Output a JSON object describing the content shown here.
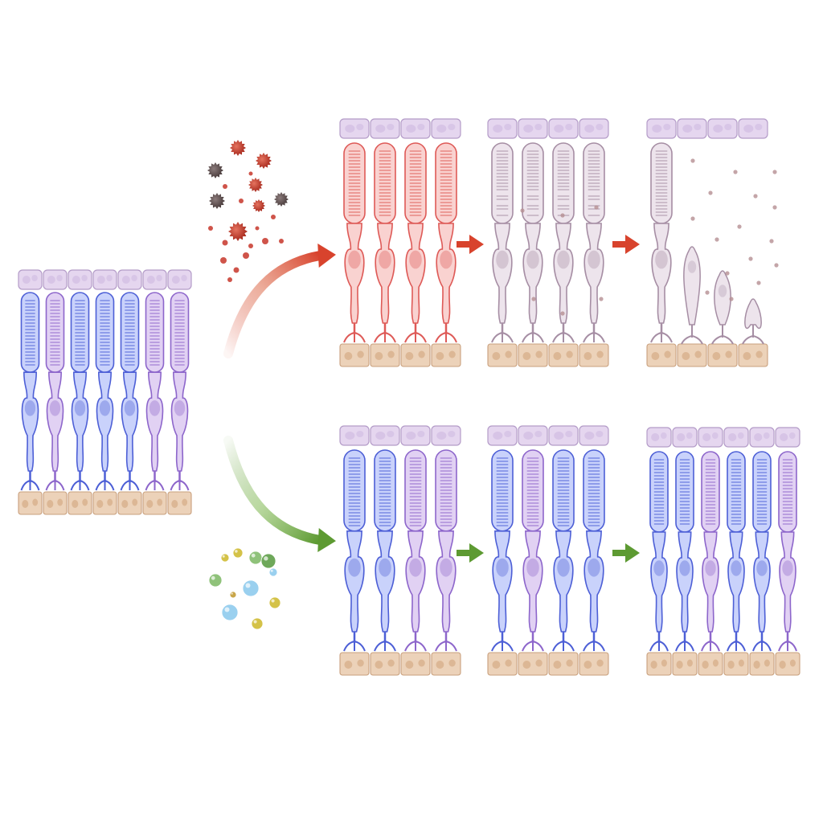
{
  "colors": {
    "background": "#ffffff",
    "cap_fill": "#e5d6ef",
    "cap_stroke": "#b49cc8",
    "base_fill": "#ecd2b9",
    "base_stroke": "#c9a07d",
    "rod_fill": "#c9d2fb",
    "rod_stroke": "#4d5fd6",
    "cone_fill": "#e1d1f3",
    "cone_stroke": "#8d66cb",
    "stressed_fill": "#f9d2d0",
    "stressed_stroke": "#de5a57",
    "degenerating_fill": "#ede4ec",
    "degenerating_stroke": "#a68ea4",
    "damage_arrow": "#d8432d",
    "protect_arrow": "#5d9a32",
    "toxin_red": "#c7362a",
    "toxin_dark": "#5a4c4c"
  },
  "panels": [
    {
      "id": "healthy-initial",
      "cells": [
        "rod",
        "cone",
        "rod",
        "rod",
        "rod",
        "cone",
        "cone"
      ]
    },
    {
      "id": "damage-stage-1",
      "cells": [
        "stressed",
        "stressed",
        "stressed",
        "stressed"
      ]
    },
    {
      "id": "damage-stage-2",
      "cells": [
        "degenerating",
        "degenerating",
        "degenerating",
        "degenerating"
      ]
    },
    {
      "id": "damage-stage-3",
      "cells": [
        "degenerating",
        "stub-large",
        "stub-medium",
        "stub-small"
      ]
    },
    {
      "id": "protection-stage-1",
      "cells": [
        "rod",
        "rod",
        "cone",
        "cone"
      ]
    },
    {
      "id": "protection-stage-2",
      "cells": [
        "rod",
        "cone",
        "rod",
        "rod"
      ]
    },
    {
      "id": "protection-stage-3",
      "cells": [
        "rod",
        "rod",
        "cone",
        "rod",
        "rod",
        "cone"
      ]
    }
  ],
  "arrows": [
    {
      "id": "damage-pathway-arrow",
      "pathway": "damage"
    },
    {
      "id": "protection-pathway-arrow",
      "pathway": "protection"
    },
    {
      "id": "damage-step-arrow-1",
      "pathway": "damage"
    },
    {
      "id": "damage-step-arrow-2",
      "pathway": "damage"
    },
    {
      "id": "protection-step-arrow-1",
      "pathway": "protection"
    },
    {
      "id": "protection-step-arrow-2",
      "pathway": "protection"
    }
  ],
  "particle_groups": [
    {
      "id": "toxin-cluster",
      "kind": "toxin"
    },
    {
      "id": "protective-molecule-cluster",
      "kind": "protective"
    }
  ]
}
